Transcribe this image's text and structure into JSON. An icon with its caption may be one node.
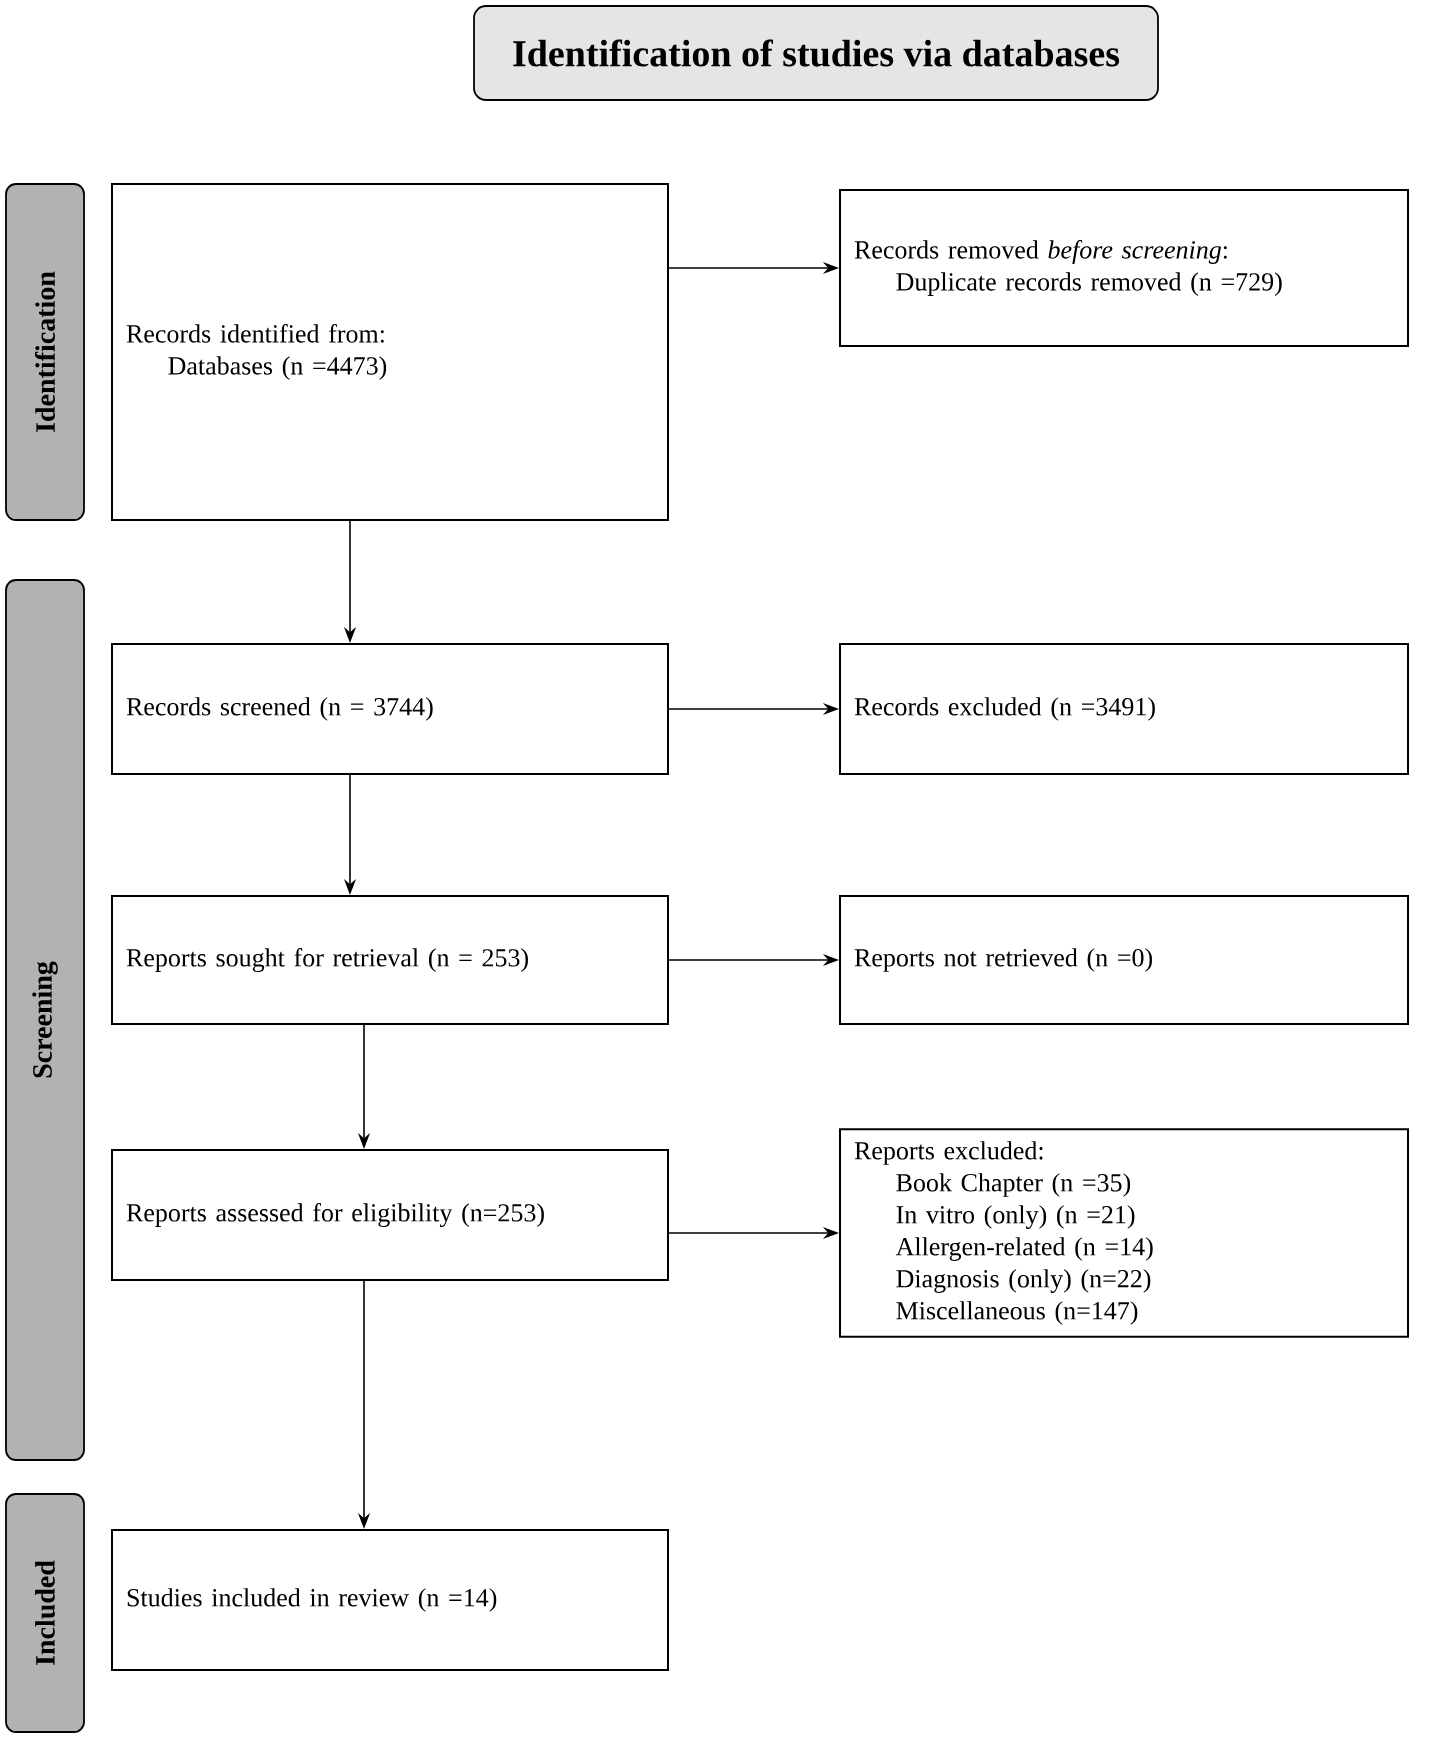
{
  "diagram": {
    "title": "Identification of studies via databases",
    "nodes": [
      {
        "text": [
          "Identification"
        ]
      },
      {
        "text": [
          "Screening"
        ]
      },
      {
        "text": [
          "Included"
        ]
      },
      {
        "text": [
          "Records identified from:",
          "Databases (n =4473)"
        ]
      },
      {
        "text": [
          "Records removed *before screening*:",
          "Duplicate records removed (n =729)"
        ]
      },
      {
        "text": [
          "Records screened (n = 3744)"
        ]
      },
      {
        "text": [
          "Records excluded (n =3491)"
        ]
      },
      {
        "text": [
          "Reports sought for retrieval (n = 253)"
        ]
      },
      {
        "text": [
          "Reports not retrieved (n =0)"
        ]
      },
      {
        "text": [
          "Reports assessed for eligibility (n=253)"
        ]
      },
      {
        "text": [
          "Reports excluded:",
          "Book Chapter (n =35)",
          "In vitro (only) (n =21)",
          "Allergen-related (n =14)",
          "Diagnosis (only) (n=22)",
          "Miscellaneous (n=147)"
        ]
      },
      {
        "text": [
          "Studies included in review (n =14)"
        ]
      }
    ],
    "edges": [
      {
        "from": 3,
        "to": 4,
        "arrow": "to"
      },
      {
        "from": 3,
        "to": 5,
        "arrow": "to"
      },
      {
        "from": 5,
        "to": 6,
        "arrow": "to"
      },
      {
        "from": 5,
        "to": 7,
        "arrow": "to"
      },
      {
        "from": 7,
        "to": 8,
        "arrow": "to"
      },
      {
        "from": 7,
        "to": 9,
        "arrow": "to"
      },
      {
        "from": 9,
        "to": 10,
        "arrow": "to"
      },
      {
        "from": 9,
        "to": 11,
        "arrow": "to"
      }
    ]
  }
}
